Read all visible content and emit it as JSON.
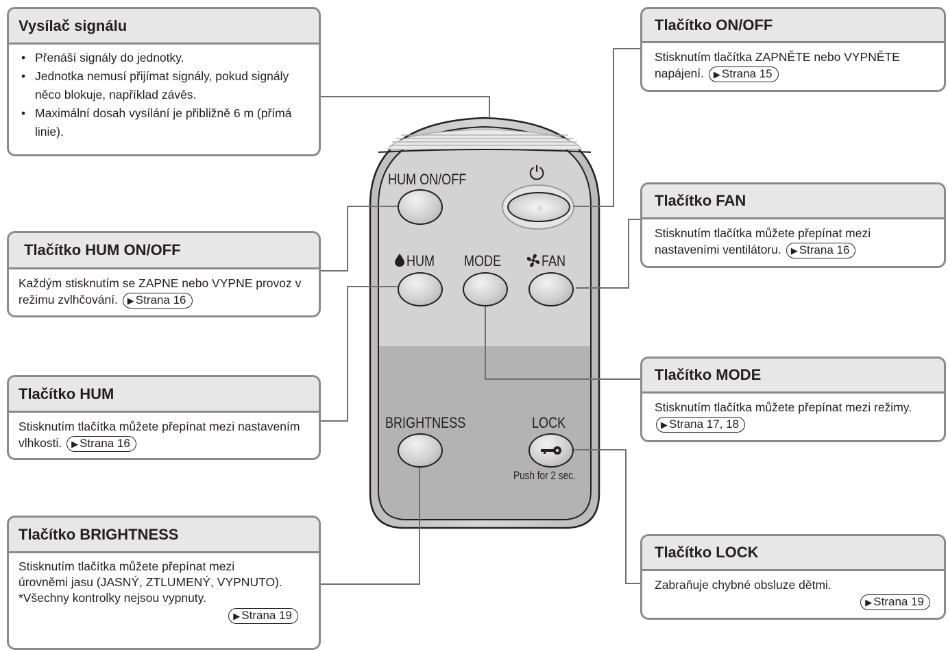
{
  "callouts": {
    "transmitter": {
      "title": "Vysílač signálu",
      "bullets": [
        "Přenáší signály do jednotky.",
        "Jednotka nemusí přijímat signály, pokud signály něco blokuje, například závěs.",
        "Maximální dosah vysílání je přibližně 6 m (přímá linie)."
      ]
    },
    "hum_onoff": {
      "title": "Tlačítko HUM ON/OFF",
      "text": "Každým stisknutím se ZAPNE nebo VYPNE provoz v režimu zvlhčování.",
      "ref": "Strana 16"
    },
    "hum": {
      "title": "Tlačítko HUM",
      "text": "Stisknutím tlačítka můžete přepínat mezi nastavením vlhkosti.",
      "ref": "Strana 16"
    },
    "brightness": {
      "title": "Tlačítko BRIGHTNESS",
      "text": "Stisknutím tlačítka můžete přepínat mezi úrovněmi jasu (JASNÝ, ZTLUMENÝ, VYPNUTO).",
      "note": "*Všechny kontrolky nejsou vypnuty.",
      "ref": "Strana 19"
    },
    "onoff": {
      "title": "Tlačítko ON/OFF",
      "text": "Stisknutím tlačítka ZAPNĚTE nebo VYPNĚTE napájení.",
      "ref": "Strana 15"
    },
    "fan": {
      "title": "Tlačítko FAN",
      "text": "Stisknutím tlačítka můžete přepínat mezi nastaveními ventilátoru.",
      "ref": "Strana 16"
    },
    "mode": {
      "title": "Tlačítko MODE",
      "text": "Stisknutím tlačítka můžete přepínat mezi režimy.",
      "ref": "Strana 17, 18"
    },
    "lock": {
      "title": "Tlačítko LOCK",
      "text": "Zabraňuje chybné obsluze dětmi.",
      "ref": "Strana 19"
    }
  },
  "remote": {
    "hum_onoff_label": "HUM ON/OFF",
    "power_symbol": "⏻",
    "hum_label": "HUM",
    "mode_label": "MODE",
    "fan_label": "FAN",
    "brightness_label": "BRIGHTNESS",
    "lock_label": "LOCK",
    "lock_hint": "Push for 2 sec."
  },
  "icons": {
    "ref_arrow": "▶",
    "drop": "drop-icon",
    "fan": "fan-icon",
    "key": "key-icon",
    "power": "power-icon"
  },
  "colors": {
    "frame": "#8a8a8a",
    "header_bg": "#e7e7e7",
    "remote_body": "#cfcfcf",
    "remote_lower": "#b4b4b4"
  }
}
